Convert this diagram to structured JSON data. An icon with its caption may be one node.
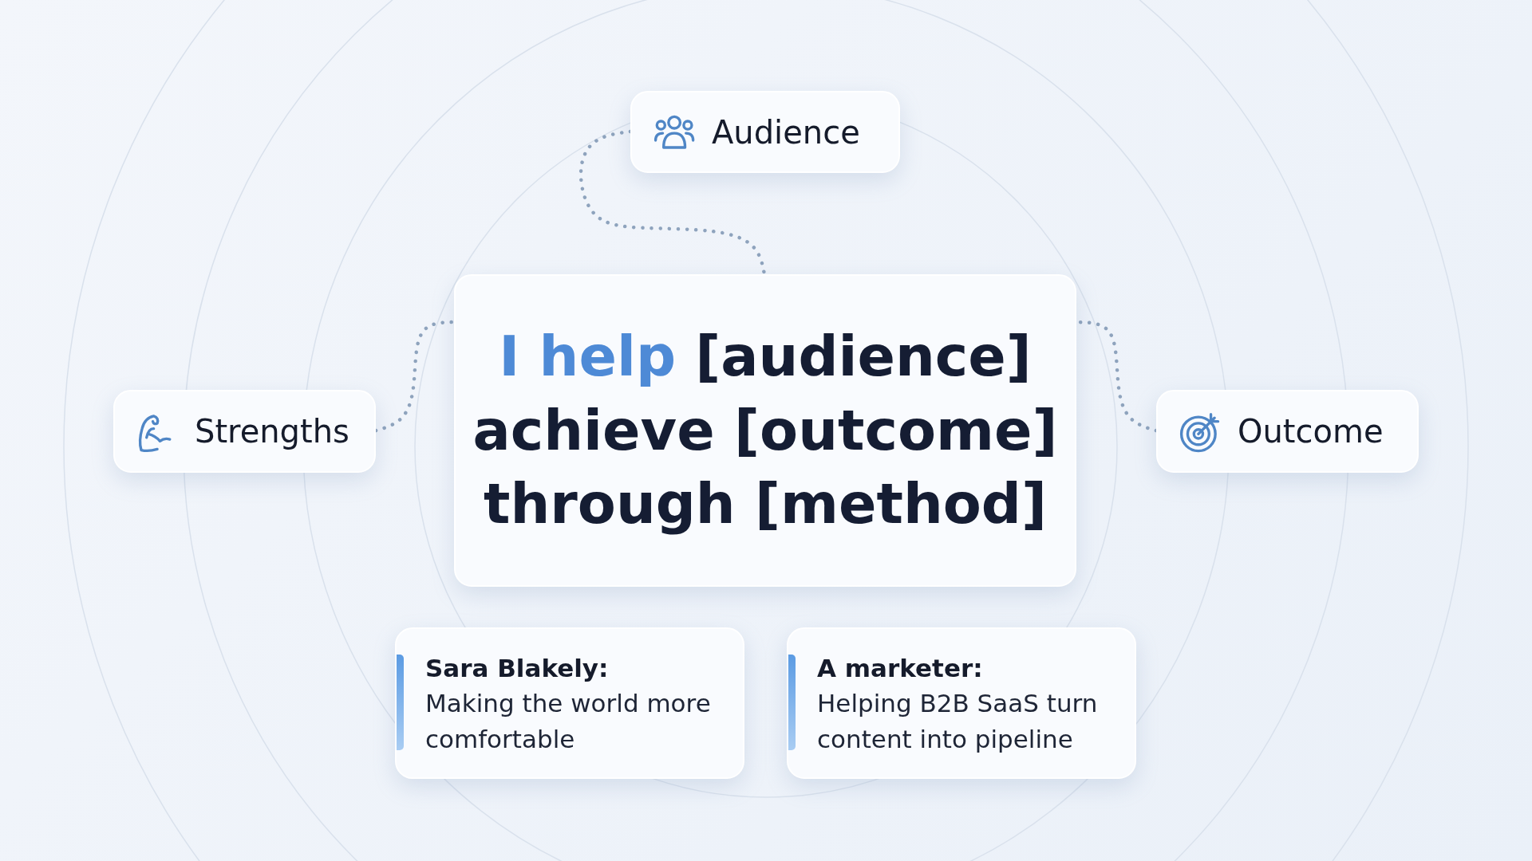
{
  "diagram": {
    "nodes": [
      {
        "text": [
          "Audience"
        ]
      },
      {
        "text": [
          "Strengths"
        ]
      },
      {
        "text": [
          "**I help** [audience] achieve [outcome] through [method]"
        ]
      },
      {
        "text": [
          "Outcome"
        ]
      },
      {
        "text": [
          "Sara Blakely:",
          "Making the world more comfortable"
        ]
      },
      {
        "text": [
          "A marketer:",
          "Helping B2B SaaS turn content into pipeline"
        ]
      }
    ],
    "edges": [
      {
        "from": 0,
        "to": 2,
        "arrow": "none"
      },
      {
        "from": 1,
        "to": 2,
        "arrow": "none"
      },
      {
        "from": 3,
        "to": 2,
        "arrow": "none"
      }
    ]
  }
}
